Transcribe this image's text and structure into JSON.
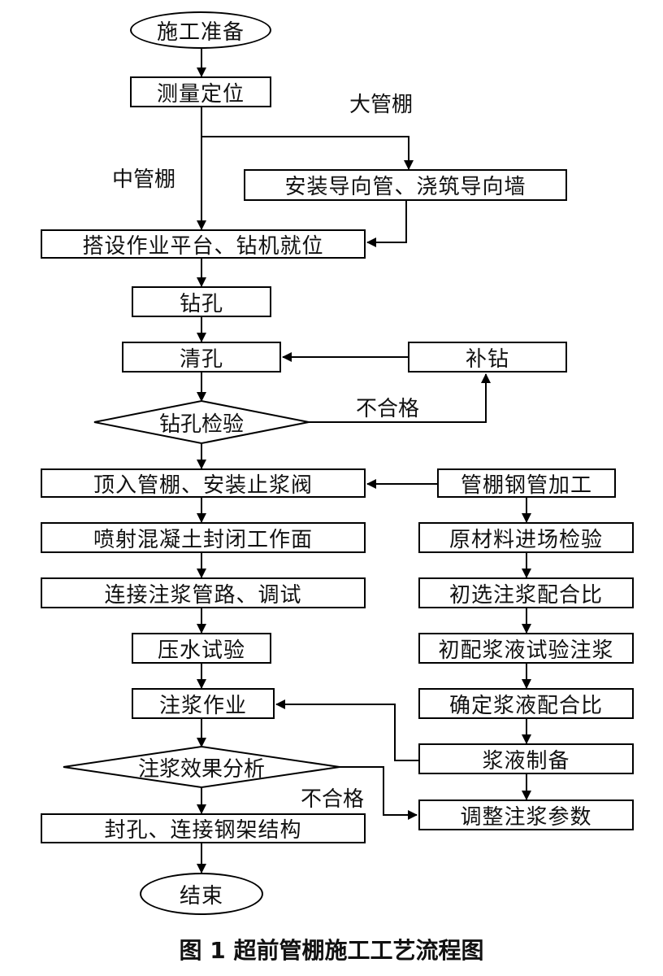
{
  "flowchart": {
    "start": "施工准备",
    "survey": "测量定位",
    "label_large": "大管棚",
    "label_medium": "中管棚",
    "guide": "安装导向管、浇筑导向墙",
    "platform": "搭设作业平台、钻机就位",
    "drill": "钻孔",
    "clean": "清孔",
    "redrill": "补钻",
    "inspect": "钻孔检验",
    "fail_1": "不合格",
    "push": "顶入管棚、安装止浆阀",
    "pipe_process": "管棚钢管加工",
    "shotcrete": "喷射混凝土封闭工作面",
    "material_check": "原材料进场检验",
    "connect": "连接注浆管路、调试",
    "initial_ratio": "初选注浆配合比",
    "water_test": "压水试验",
    "trial_grout": "初配浆液试验注浆",
    "grouting": "注浆作业",
    "confirm_ratio": "确定浆液配合比",
    "slurry_prep": "浆液制备",
    "analysis": "注浆效果分析",
    "fail_2": "不合格",
    "adjust": "调整注浆参数",
    "seal": "封孔、连接钢架结构",
    "end": "结束"
  },
  "caption": "图 1  超前管棚施工工艺流程图"
}
